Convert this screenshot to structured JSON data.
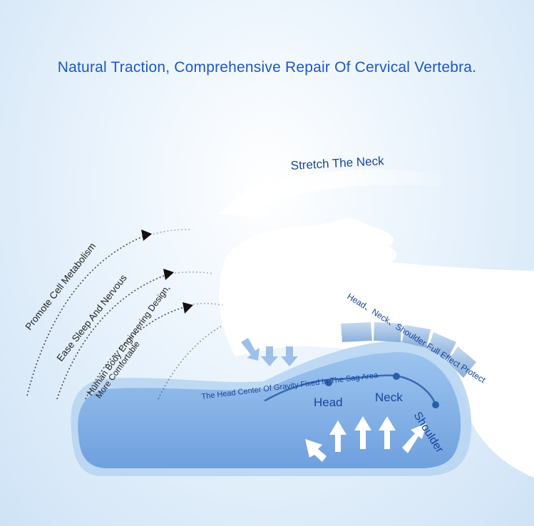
{
  "title": "Natural Traction, Comprehensive Repair Of Cervical Vertebra.",
  "labels": {
    "stretch": "Stretch The Neck",
    "protect": "Head、Neck、Shoulder Full Effect Protect",
    "gravity": "The Head Center Of Gravity Fixed In The Sag Area",
    "head": "Head",
    "neck": "Neck",
    "shoulder": "Shoulder"
  },
  "benefits": [
    {
      "text": "Promote Cell Metabolism"
    },
    {
      "text": "Ease Sleep And Nervous"
    },
    {
      "text_line1": "Human Body Engineering Design,",
      "text_line2": "More Comfortable"
    }
  ],
  "colors": {
    "title": "#1e56c4",
    "label": "#17459a",
    "pillow": "#7eaee6",
    "pillow_outer": "#a9cbef",
    "arrow_white": "#ffffff",
    "dot": "#2a5ea8"
  }
}
